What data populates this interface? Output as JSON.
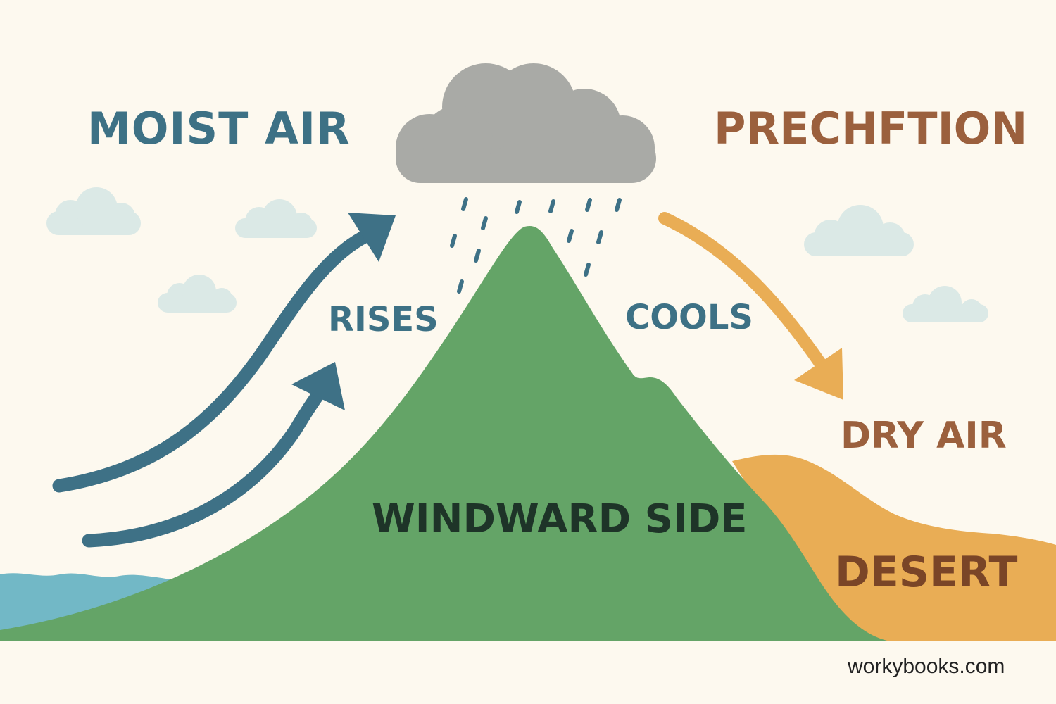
{
  "labels": {
    "moist_air": "MOIST AIR",
    "precipitation": "PRECHFTION",
    "rises": "RISES",
    "cools": "COOLS",
    "dry_air": "DRY AIR",
    "windward_side": "WINDWARD SIDE",
    "desert": "DESERT"
  },
  "source": "workybooks.com",
  "colors": {
    "background": "#fdf9ef",
    "mountain": "#64a467",
    "water": "#72b8c6",
    "desert": "#e9ad55",
    "rain_cloud": "#a9aaa6",
    "small_clouds": "#dbe9e6",
    "rising_arrows": "#3e7186",
    "falling_arrow": "#e9ad55",
    "rain": "#3e7186",
    "label_teal": "#3d7185",
    "label_brown": "#9b603d",
    "label_dark": "#1e3428",
    "label_desert": "#7a4527"
  },
  "icons": [
    "rain-cloud-icon",
    "cloud-icon",
    "arrow-icon",
    "raindrop-icon"
  ]
}
